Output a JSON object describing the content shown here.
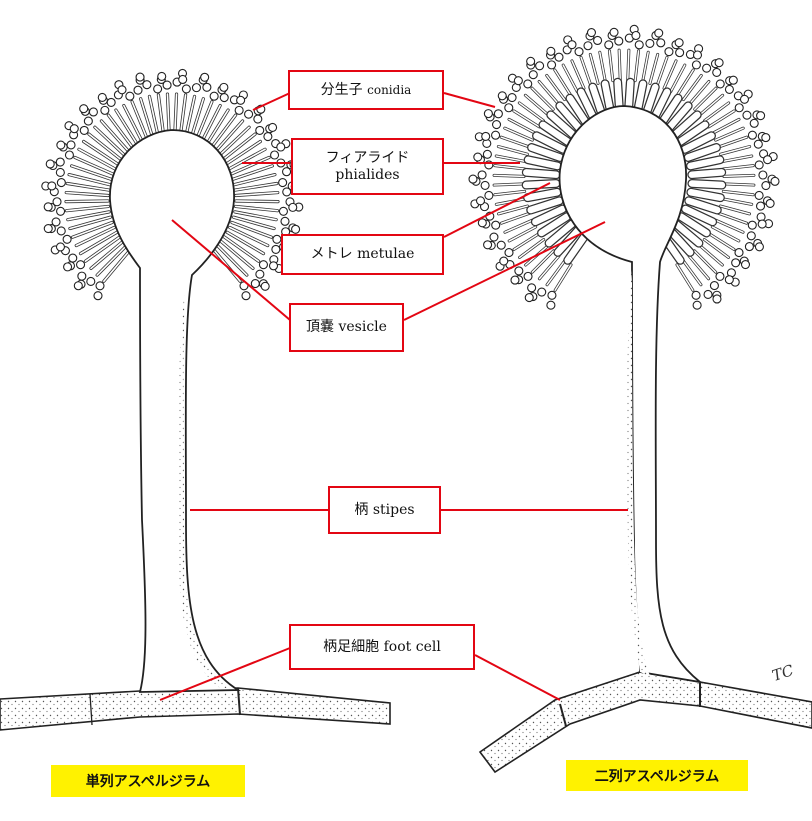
{
  "labels": {
    "conidia_jp": "分生子",
    "conidia_en": "conidia",
    "phialides_jp": "フィアライド",
    "phialides_en": "phialides",
    "metulae_jp": "メトレ",
    "metulae_en": "metulae",
    "vesicle_jp": "頂嚢",
    "vesicle_en": "vesicle",
    "stipes_jp": "柄",
    "stipes_en": "stipes",
    "footcell_jp": "柄足細胞",
    "footcell_en": "foot cell"
  },
  "captions": {
    "left": "単列アスペルジラム",
    "right": "二列アスペルジラム"
  },
  "signature": "TC",
  "colors": {
    "label_border": "#e30613",
    "leader_line": "#e30613",
    "caption_background": "#fff200",
    "ink": "#222222"
  }
}
